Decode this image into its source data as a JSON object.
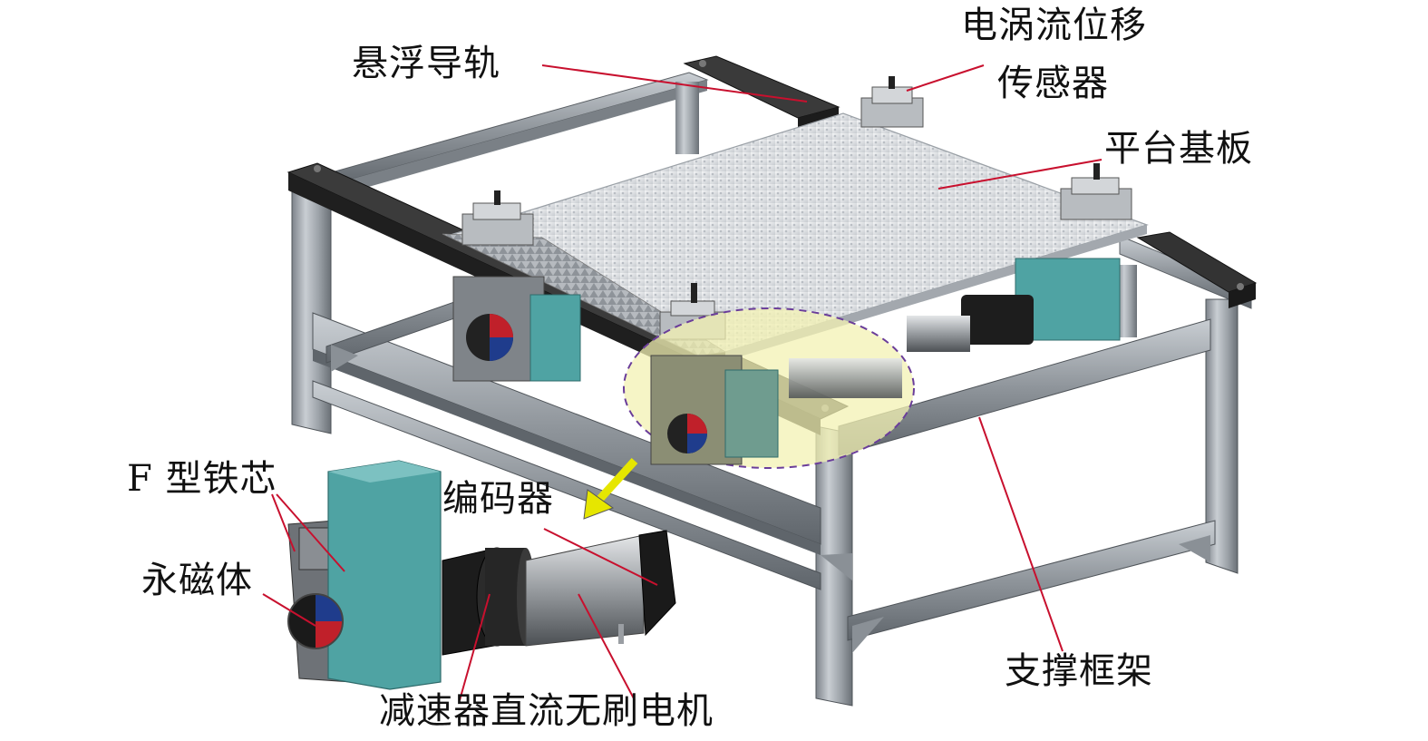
{
  "labels": {
    "suspension_rail": "悬浮导轨",
    "eddy_sensor_line1": "电涡流位移",
    "eddy_sensor_line2": "传感器",
    "platform_base": "平台基板",
    "f_core": "F 型铁芯",
    "permanent_magnet": "永磁体",
    "encoder": "编码器",
    "support_frame": "支撑框架",
    "reducer_motor": "减速器直流无刷电机"
  },
  "colors": {
    "leader_line": "#c8102e",
    "frame_aluminium": "#a7adb3",
    "frame_dark": "#5c6166",
    "rail_black": "#2a2a2a",
    "platform_plate": "#dcdfe3",
    "iron_core_cyan": "#4fa3a3",
    "highlight_fill": "#f3f2b3",
    "highlight_border": "#6a3d9a",
    "arrow_yellow": "#e6e600",
    "motor_black": "#1a1a1a",
    "motor_silver": "#9a9ea3",
    "magnet_red": "#c0202a",
    "magnet_blue": "#1f3c8c"
  }
}
